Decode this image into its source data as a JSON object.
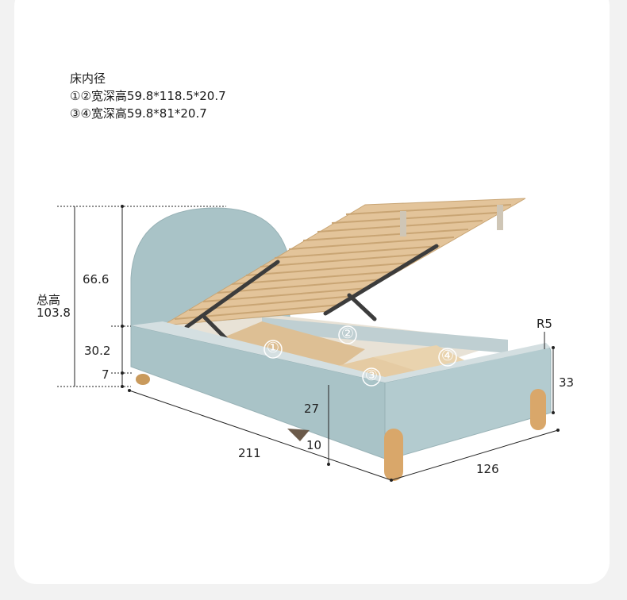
{
  "spec": {
    "title": "床内径",
    "line1": "①②宽深高59.8*118.5*20.7",
    "line2": "③④宽深高59.8*81*20.7"
  },
  "dimensions": {
    "total_label": "总高",
    "total_value": "103.8",
    "headboard_height": "66.6",
    "frame_height": "30.2",
    "leg_height": "7",
    "length": "211",
    "width": "126",
    "side_height": "33",
    "corner_radius": "R5",
    "inner_depth": "27",
    "gap": "10"
  },
  "compartments": [
    "①",
    "②",
    "③",
    "④"
  ],
  "colors": {
    "frame": "#a9c3c7",
    "frame_dark": "#8fa9ad",
    "slat": "#e3c49a",
    "wood": "#d9b98c",
    "leg": "#c99a5c",
    "metal": "#444444"
  }
}
